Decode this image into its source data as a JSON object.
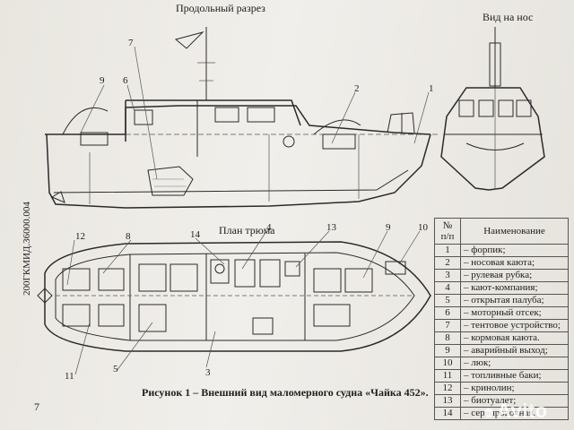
{
  "drawing": {
    "title_section": "Продольный разрез",
    "title_bow_view": "Вид на нос",
    "title_deck_plan": "План трюма",
    "vertical_code": "200ГКМИД.36000.004",
    "page_number": "7",
    "caption": "Рисунок 1 – Внешний вид маломерного судна «Чайка 452».",
    "callouts_section": [
      "7",
      "9",
      "6",
      "2",
      "1"
    ],
    "callouts_plan": [
      "12",
      "8",
      "14",
      "4",
      "13",
      "9",
      "10",
      "11",
      "5",
      "3"
    ]
  },
  "legend_table": {
    "header_num": "№ п/п",
    "header_name": "Наименование",
    "rows": [
      {
        "num": "1",
        "name": "– форпик;"
      },
      {
        "num": "2",
        "name": "– носовая каюта;"
      },
      {
        "num": "3",
        "name": "– рулевая рубка;"
      },
      {
        "num": "4",
        "name": "– кают-компания;"
      },
      {
        "num": "5",
        "name": "– открытая палуба;"
      },
      {
        "num": "6",
        "name": "– моторный отсек;"
      },
      {
        "num": "7",
        "name": "– тентовое устройство;"
      },
      {
        "num": "8",
        "name": "– кормовая каюта."
      },
      {
        "num": "9",
        "name": "– аварийный выход;"
      },
      {
        "num": "10",
        "name": "– люк;"
      },
      {
        "num": "11",
        "name": "– топливные баки;"
      },
      {
        "num": "12",
        "name": "– кринолин;"
      },
      {
        "num": "13",
        "name": "– биотуалет;"
      },
      {
        "num": "14",
        "name": "– сервировочная."
      }
    ]
  },
  "watermark": "Avito"
}
